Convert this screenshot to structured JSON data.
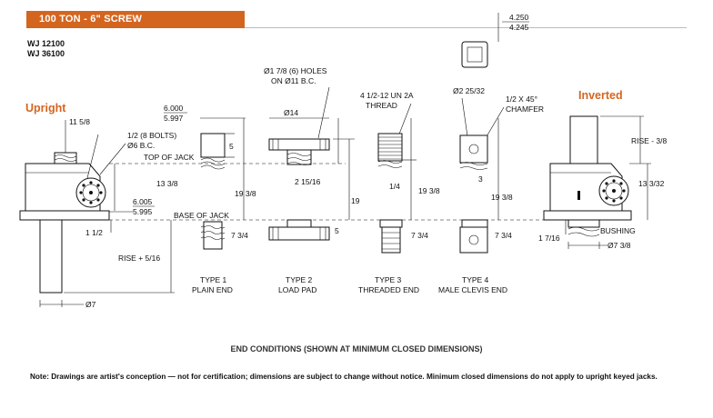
{
  "header": {
    "title": "100 TON - 6\" SCREW",
    "models": [
      "WJ 12100",
      "WJ 36100"
    ]
  },
  "labels": {
    "upright": "Upright",
    "inverted": "Inverted",
    "top_of_jack": "TOP OF JACK",
    "base_of_jack": "BASE OF JACK",
    "bushing": "BUSHING"
  },
  "dimensions": {
    "u_11_5_8": "11 5/8",
    "u_bolts": "1/2 (8 BOLTS)",
    "u_bc": "Ø6 B.C.",
    "u_13_3_8": "13 3/8",
    "u_6005": "6.005",
    "u_5995": "5.995",
    "u_1_1_2": "1 1/2",
    "u_rise": "RISE + 5/16",
    "u_dia7": "Ø7",
    "t1_6000": "6.000",
    "t1_5997": "5.997",
    "t1_5": "5",
    "t1_19_3_8": "19 3/8",
    "t1_7_3_4": "7 3/4",
    "t2_holes1": "Ø1 7/8 (6) HOLES",
    "t2_holes2": "ON Ø11 B.C.",
    "t2_dia14": "Ø14",
    "t2_2_15_16": "2 15/16",
    "t2_19": "19",
    "t2_5": "5",
    "t3_thread1": "4 1/2-12 UN 2A",
    "t3_thread2": "THREAD",
    "t3_1_4": "1/4",
    "t3_19_3_8": "19 3/8",
    "t3_7_3_4": "7 3/4",
    "t4_4250": "4.250",
    "t4_4245": "4.245",
    "t4_dia": "Ø2 25/32",
    "t4_chamfer1": "1/2 X 45°",
    "t4_chamfer2": "CHAMFER",
    "t4_3": "3",
    "t4_19_3_8": "19 3/8",
    "t4_7_3_4": "7 3/4",
    "i_rise": "RISE - 3/8",
    "i_13_3_32": "13 3/32",
    "i_1_7_16": "1 7/16",
    "i_dia7_3_8": "Ø7 3/8"
  },
  "types": [
    {
      "name": "TYPE 1",
      "desc": "PLAIN END"
    },
    {
      "name": "TYPE 2",
      "desc": "LOAD PAD"
    },
    {
      "name": "TYPE 3",
      "desc": "THREADED END"
    },
    {
      "name": "TYPE 4",
      "desc": "MALE CLEVIS END"
    }
  ],
  "caption": "END CONDITIONS (SHOWN AT MINIMUM CLOSED DIMENSIONS)",
  "note": "Note: Drawings are artist's conception — not for certification; dimensions are subject to change without notice. Minimum closed dimensions do not apply to upright keyed jacks."
}
